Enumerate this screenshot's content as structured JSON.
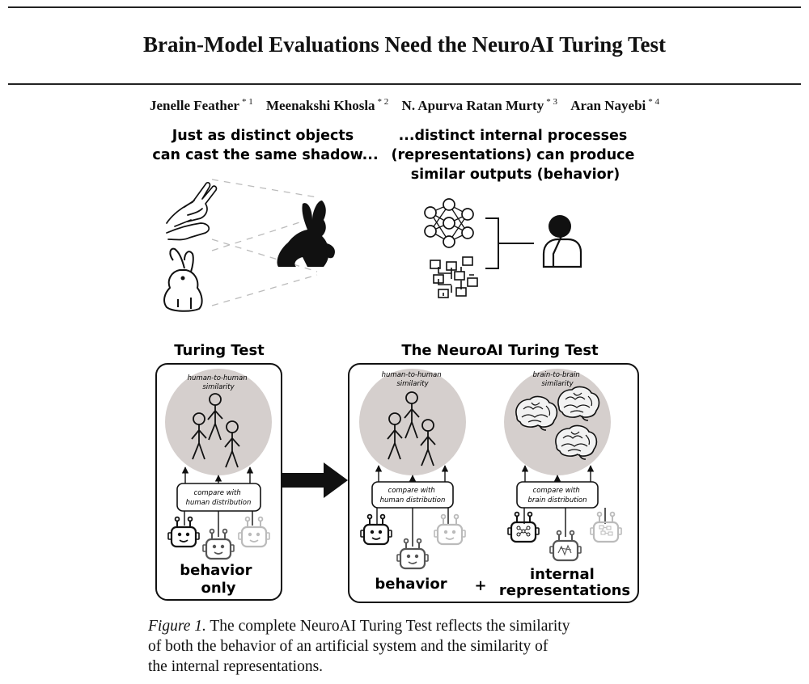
{
  "paper": {
    "title": "Brain-Model Evaluations Need the NeuroAI Turing Test",
    "authors": [
      {
        "name": "Jenelle Feather",
        "sup": "* 1"
      },
      {
        "name": "Meenakshi Khosla",
        "sup": "* 2"
      },
      {
        "name": "N. Apurva Ratan Murty",
        "sup": "* 3"
      },
      {
        "name": "Aran Nayebi",
        "sup": "* 4"
      }
    ]
  },
  "figure": {
    "top_left_text": [
      "Just as distinct objects",
      "can cast the same shadow..."
    ],
    "top_right_text": [
      "...distinct internal processes",
      "(representations) can produce",
      "similar outputs (behavior)"
    ],
    "turing_title": "Turing Test",
    "neuro_title": "The NeuroAI Turing Test",
    "h2h_label": [
      "human-to-human",
      "similarity"
    ],
    "b2b_label": [
      "brain-to-brain",
      "similarity"
    ],
    "compare_human": [
      "compare with",
      "human distribution"
    ],
    "compare_brain": [
      "compare with",
      "brain distribution"
    ],
    "behavior_only": [
      "behavior",
      "only"
    ],
    "behavior": "behavior",
    "plus": "+",
    "internal_repr": [
      "internal",
      "representations"
    ]
  },
  "caption": {
    "label": "Figure 1.",
    "lines": [
      "The complete NeuroAI Turing Test reflects the similarity",
      "of both the behavior of an artificial system and the similarity of",
      "the internal representations."
    ]
  }
}
